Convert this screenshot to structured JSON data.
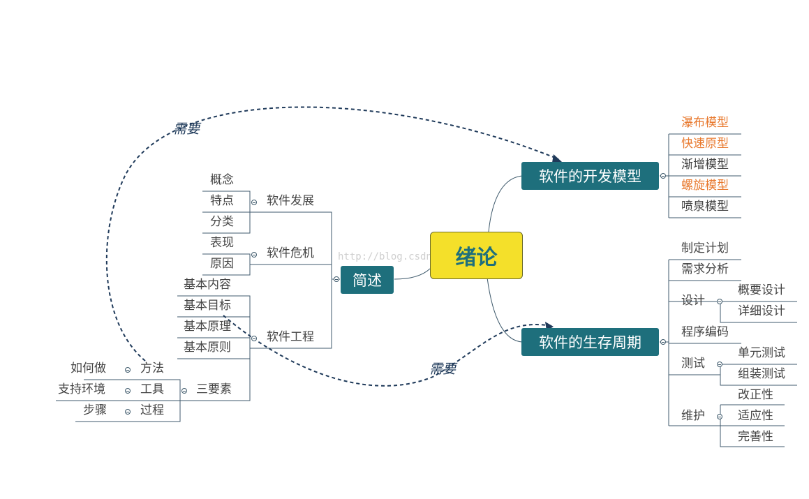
{
  "root": {
    "label": "绪论"
  },
  "watermark": "http://blog.csdn",
  "relations": [
    {
      "label": "需要",
      "from": "方法",
      "to": "软件的开发模型"
    },
    {
      "label": "需要",
      "from": "基本目标",
      "to": "软件的生存周期"
    }
  ],
  "left": {
    "overview": "简述",
    "software_development": {
      "label": "软件发展",
      "children": [
        "概念",
        "特点",
        "分类"
      ]
    },
    "software_crisis": {
      "label": "软件危机",
      "children": [
        "表现",
        "原因"
      ]
    },
    "software_engineering": {
      "label": "软件工程",
      "children": [
        "基本内容",
        "基本目标",
        "基本原理",
        "基本原则"
      ],
      "three_elements": {
        "label": "三要素",
        "items": [
          {
            "label": "方法",
            "child": "如何做"
          },
          {
            "label": "工具",
            "child": "支持环境"
          },
          {
            "label": "过程",
            "child": "步骤"
          }
        ]
      }
    }
  },
  "right": {
    "dev_models": {
      "label": "软件的开发模型",
      "children": [
        {
          "label": "瀑布模型",
          "color": "#e8792e"
        },
        {
          "label": "快速原型",
          "color": "#e8792e"
        },
        {
          "label": "渐增模型",
          "color": "#444444"
        },
        {
          "label": "螺旋模型",
          "color": "#e8792e"
        },
        {
          "label": "喷泉模型",
          "color": "#444444"
        }
      ]
    },
    "lifecycle": {
      "label": "软件的生存周期",
      "plan": "制定计划",
      "requirements": "需求分析",
      "design": {
        "label": "设计",
        "children": [
          "概要设计",
          "详细设计"
        ]
      },
      "coding": "程序编码",
      "testing": {
        "label": "测试",
        "children": [
          "单元测试",
          "组装测试"
        ]
      },
      "maintenance": {
        "label": "维护",
        "children": [
          "改正性",
          "适应性",
          "完善性"
        ]
      }
    }
  },
  "colors": {
    "node_fill": "#1e6f7c",
    "root_fill": "#f4e02a",
    "highlight_text": "#e8792e",
    "dashed_line": "#1f3a5a",
    "connector": "#3f5a6c"
  }
}
